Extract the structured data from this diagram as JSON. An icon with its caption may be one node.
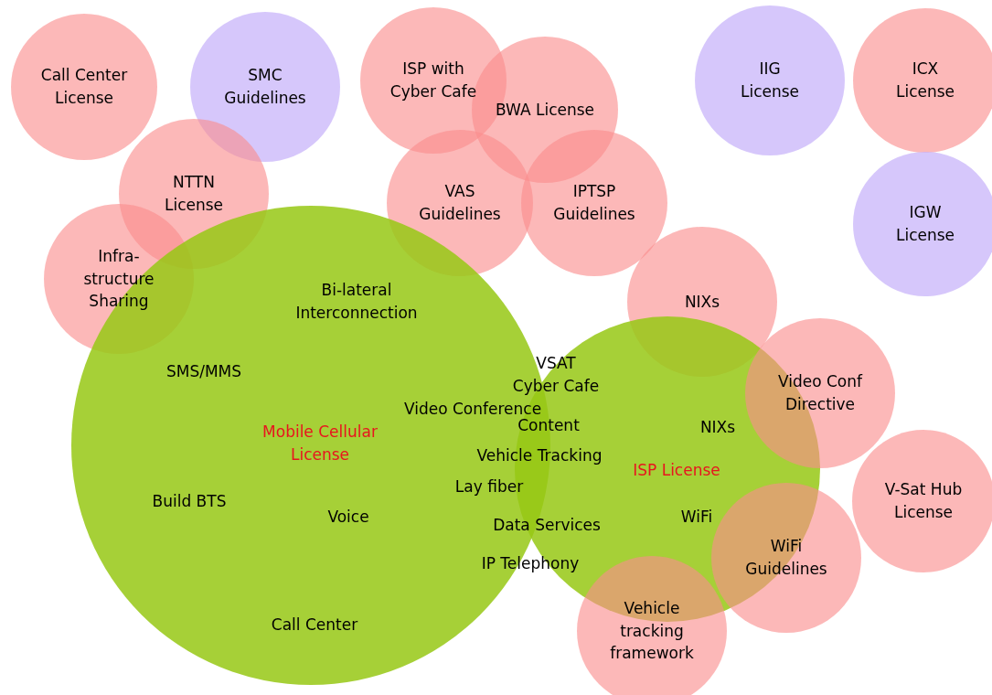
{
  "diagram": {
    "nodes": [
      {
        "text": [
          "Call Center License"
        ]
      },
      {
        "text": [
          "SMC Guidelines"
        ]
      },
      {
        "text": [
          "ISP with Cyber Cafe"
        ]
      },
      {
        "text": [
          "IIG License"
        ]
      },
      {
        "text": [
          "ICX License"
        ]
      },
      {
        "text": [
          "BWA License"
        ]
      },
      {
        "text": [
          "NTTN License"
        ]
      },
      {
        "text": [
          "VAS Guidelines"
        ]
      },
      {
        "text": [
          "IPTSP Guidelines"
        ]
      },
      {
        "text": [
          "IGW License"
        ]
      },
      {
        "text": [
          "Infra- structure Sharing"
        ]
      },
      {
        "text": [
          "NIXs"
        ]
      },
      {
        "text": [
          "Bi-lateral Interconnection",
          "SMS/MMS",
          "Mobile Cellular License",
          "Build BTS",
          "Voice",
          "Call Center"
        ]
      },
      {
        "text": [
          "NIXs",
          "ISP License",
          "WiFi"
        ]
      },
      {
        "text": [
          "Video Conf Directive"
        ]
      },
      {
        "text": [
          "V-Sat Hub License"
        ]
      },
      {
        "text": [
          "WiFi Guidelines"
        ]
      },
      {
        "text": [
          "Vehicle tracking framework"
        ]
      }
    ],
    "labels": [
      "VSAT",
      "Cyber Cafe",
      "Video Conference",
      "Content",
      "Vehicle Tracking",
      "Lay fiber",
      "Data Services",
      "IP Telephony"
    ]
  }
}
